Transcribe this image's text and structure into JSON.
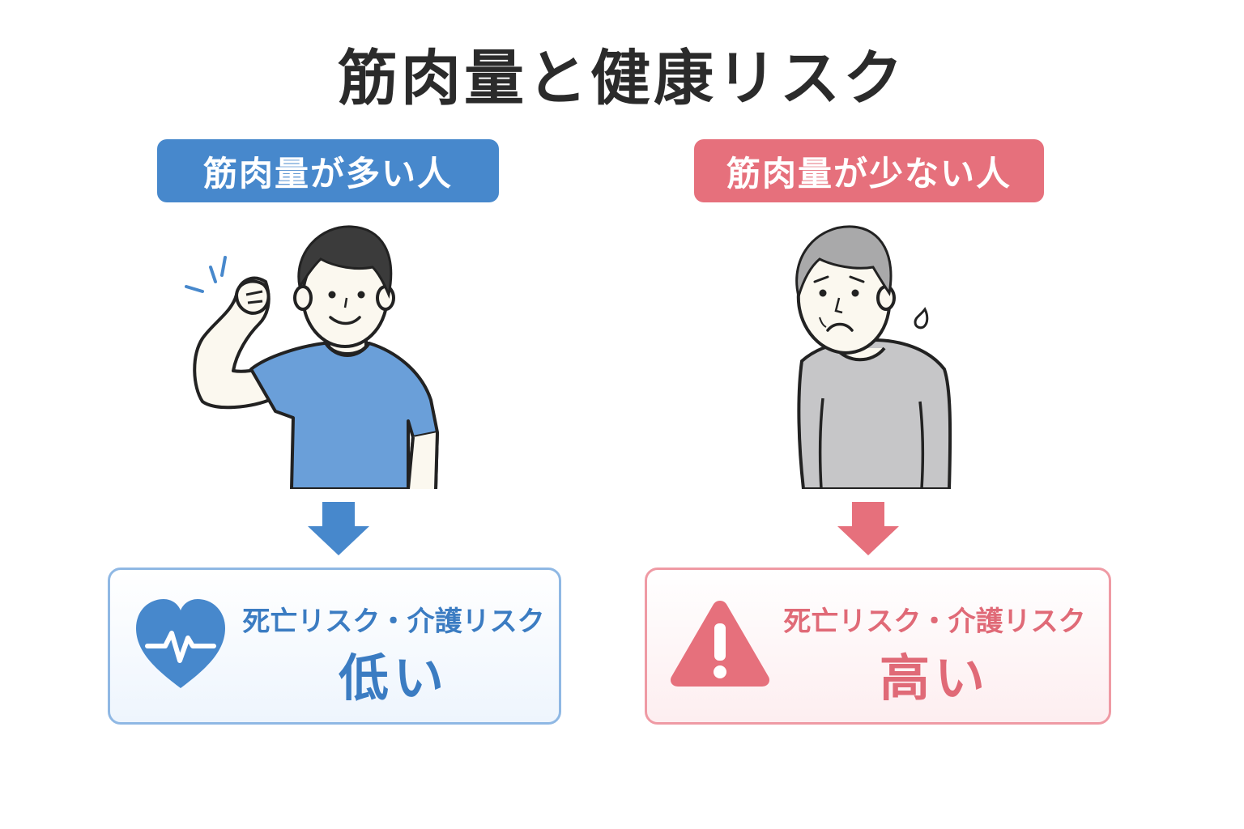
{
  "title": "筋肉量と健康リスク",
  "colors": {
    "blue": "#4788cc",
    "red": "#e6707c",
    "title_text": "#2b2b2b"
  },
  "left": {
    "label": "筋肉量が多い人",
    "figure_icon": "flexing-man-icon",
    "arrow_icon": "arrow-down-icon",
    "result_icon": "heart-pulse-icon",
    "result_line1": "死亡リスク・介護リスク",
    "result_line2": "低い"
  },
  "right": {
    "label": "筋肉量が少ない人",
    "figure_icon": "worried-elderly-man-icon",
    "arrow_icon": "arrow-down-icon",
    "result_icon": "warning-icon",
    "result_line1": "死亡リスク・介護リスク",
    "result_line2": "高い"
  }
}
